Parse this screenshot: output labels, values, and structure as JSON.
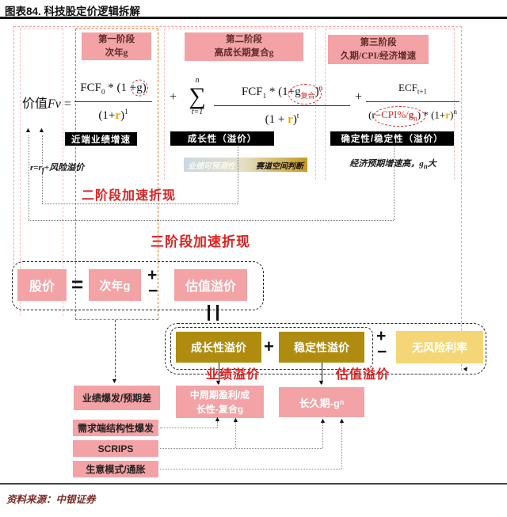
{
  "title": "图表84. 科技股定价逻辑拆解",
  "stages": {
    "s1": {
      "line1": "第一阶段",
      "line2": "次年g"
    },
    "s2": {
      "line1": "第二阶段",
      "line2": "高成长期复合g"
    },
    "s3": {
      "line1": "第三阶段",
      "line2": "久期/CPI/经济增速"
    }
  },
  "formula": {
    "lhs_cn": "价值",
    "lhs_var": "Fv",
    "eq": "=",
    "plus": "+",
    "t1_num_a": "FCF",
    "t1_num_sub": "0",
    "t1_num_b": " * (1 +",
    "t1_g": "g",
    "t1_num_c": ")",
    "t1_den_a": "(1+",
    "t1_den_r": "r",
    "t1_den_b": ")",
    "t1_den_exp": "1",
    "sum_top": "n",
    "sum_sym": "∑",
    "sum_bot": "t=1",
    "t2_num_a": "FCF",
    "t2_num_sub": "1",
    "t2_num_b": " * (1+",
    "t2_g": "g",
    "t2_gsub": "复合",
    "t2_num_c": ")",
    "t2_num_exp": "n",
    "t2_den_a": "(1 + ",
    "t2_den_r": "r",
    "t2_den_b": ")",
    "t2_den_exp": "t",
    "t3_num_a": "ECF",
    "t3_num_sub": "t+1",
    "t3_den_a": "(r−",
    "t3_cpi": "CPI%/",
    "t3_g": "g",
    "t3_gsub": "n",
    "t3_den_b": ") * (1+",
    "t3_den_r": "r",
    "t3_den_c": ")",
    "t3_den_exp": "n"
  },
  "bars": [
    "近端业绩增速",
    "成长性（溢价）",
    "确定性/稳定性（溢价）"
  ],
  "notes": {
    "r_pre": "r=r",
    "r_sub": "f",
    "r_post": "+风险溢价",
    "s2_left": "业绩可预测性",
    "s2_right": "赛道空间判断",
    "s3_pre": "经济预期增速高，",
    "s3_g": "g",
    "s3_gsub": "n",
    "s3_post": "大"
  },
  "labels": {
    "two_stage": "二阶段加速折现",
    "three_stage": "三阶段加速折现",
    "perf_premium": "业绩溢价",
    "valuation_premium": "估值溢价"
  },
  "mid_row": {
    "price": "股价",
    "eq": "=",
    "next_year_g": "次年g",
    "plus": "+",
    "minus": "−",
    "premium": "估值溢价"
  },
  "gold_row": {
    "growth": "成长性溢价",
    "plus": "+",
    "stability": "稳定性溢价",
    "pm_plus": "+",
    "pm_minus": "−",
    "risk_free": "无风险利率"
  },
  "bottom": {
    "perf_burst": "业绩爆发/预期差",
    "mid_cycle_1": "中周期盈利/成",
    "mid_cycle_2": "长性-复合g",
    "long_dur_pre": "长久期-g",
    "long_dur_sub": "n",
    "demand": "需求端结构性爆发",
    "scrips": "SCRIPS",
    "biz_model": "生意模式/通胀"
  },
  "source": "资料来源：中银证券",
  "glyphs": {
    "up": "▲",
    "down": "▼"
  },
  "colors": {
    "pink": "#F3A3A6",
    "dark_gold": "#AF8C0F",
    "light_gold": "#F5D676",
    "red": "#D92B2B",
    "orange_frame": "#E2761B",
    "bar_black": "#000000",
    "r_orange": "#EFA800"
  }
}
